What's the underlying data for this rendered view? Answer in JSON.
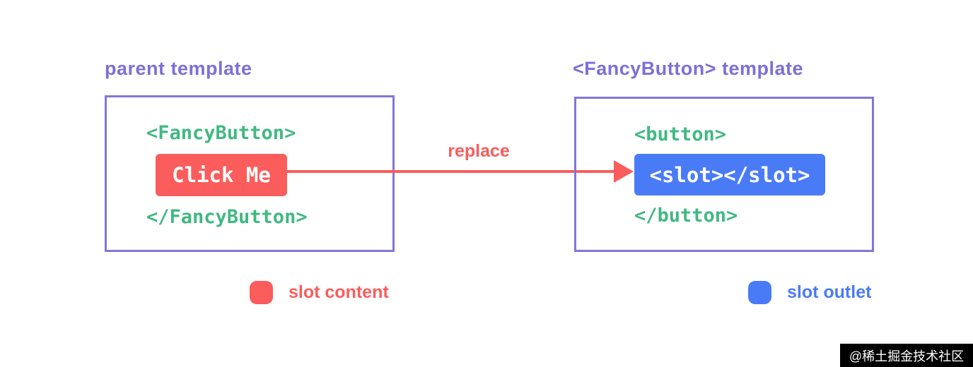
{
  "colors": {
    "background": "#ffffff",
    "purple": "#7d6fd8",
    "green": "#42b883",
    "coral": "#fb5c5c",
    "blue": "#4a7bf7",
    "chip_text": "#ffffff",
    "watermark_bg": "#000000",
    "watermark_text": "#ffffff"
  },
  "parent_template": {
    "title": "parent template",
    "open_tag": "<FancyButton>",
    "slot_content_label": "Click Me",
    "close_tag": "</FancyButton>"
  },
  "fancybutton_template": {
    "title": "<FancyButton> template",
    "open_tag": "<button>",
    "slot_outlet_label": "<slot></slot>",
    "close_tag": "</button>"
  },
  "arrow": {
    "label": "replace"
  },
  "legend": {
    "slot_content": "slot content",
    "slot_outlet": "slot outlet"
  },
  "watermark": "@稀土掘金技术社区"
}
